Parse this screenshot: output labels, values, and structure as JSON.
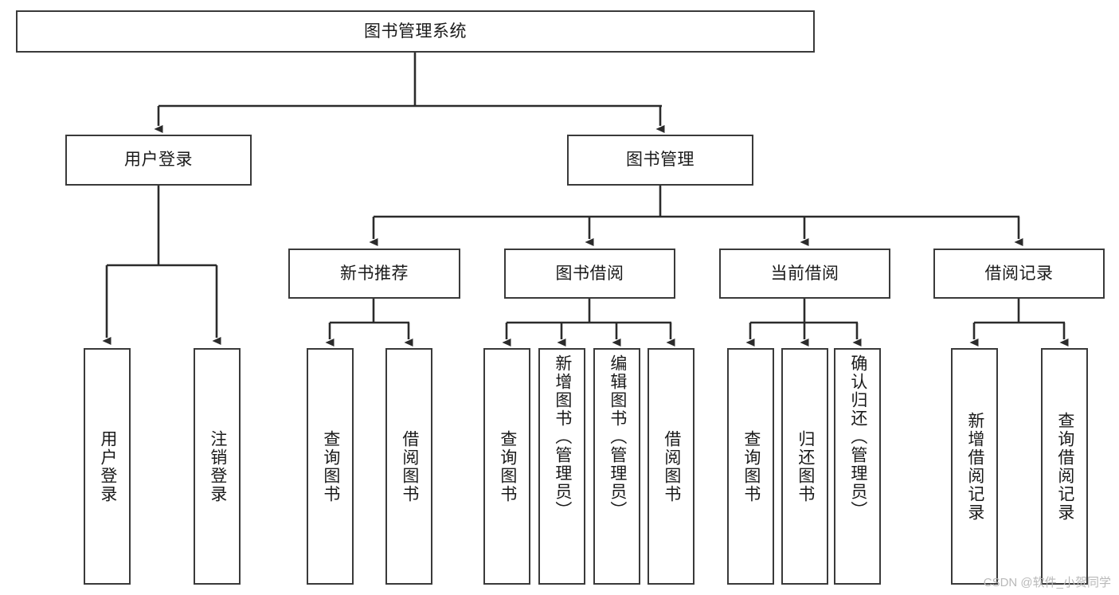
{
  "diagram": {
    "title": "图书管理系统",
    "type": "tree-hierarchy-chart",
    "colors": {
      "box_border": "#3a3a3a",
      "box_fill": "#ffffff",
      "edge": "#2b2b2b",
      "text": "#1a1a1a",
      "watermark": "#b9b9b9",
      "background": "#ffffff"
    },
    "root": {
      "label": "图书管理系统"
    },
    "level2": [
      {
        "label": "用户登录"
      },
      {
        "label": "图书管理"
      }
    ],
    "level3": [
      {
        "label": "新书推荐"
      },
      {
        "label": "图书借阅"
      },
      {
        "label": "当前借阅"
      },
      {
        "label": "借阅记录"
      }
    ],
    "leaves": {
      "user_login": [
        {
          "label": "用户登录"
        },
        {
          "label": "注销登录"
        }
      ],
      "new_book_recommend": [
        {
          "label": "查询图书"
        },
        {
          "label": "借阅图书"
        }
      ],
      "book_borrow": [
        {
          "label": "查询图书"
        },
        {
          "label": "新增图书（管理员）"
        },
        {
          "label": "编辑图书（管理员）"
        },
        {
          "label": "借阅图书"
        }
      ],
      "current_borrow": [
        {
          "label": "查询图书"
        },
        {
          "label": "归还图书"
        },
        {
          "label": "确认归还（管理员）"
        }
      ],
      "borrow_record": [
        {
          "label": "新增借阅记录"
        },
        {
          "label": "查询借阅记录"
        }
      ]
    }
  },
  "watermark": {
    "text": "CSDN @软件_小贺同学"
  }
}
